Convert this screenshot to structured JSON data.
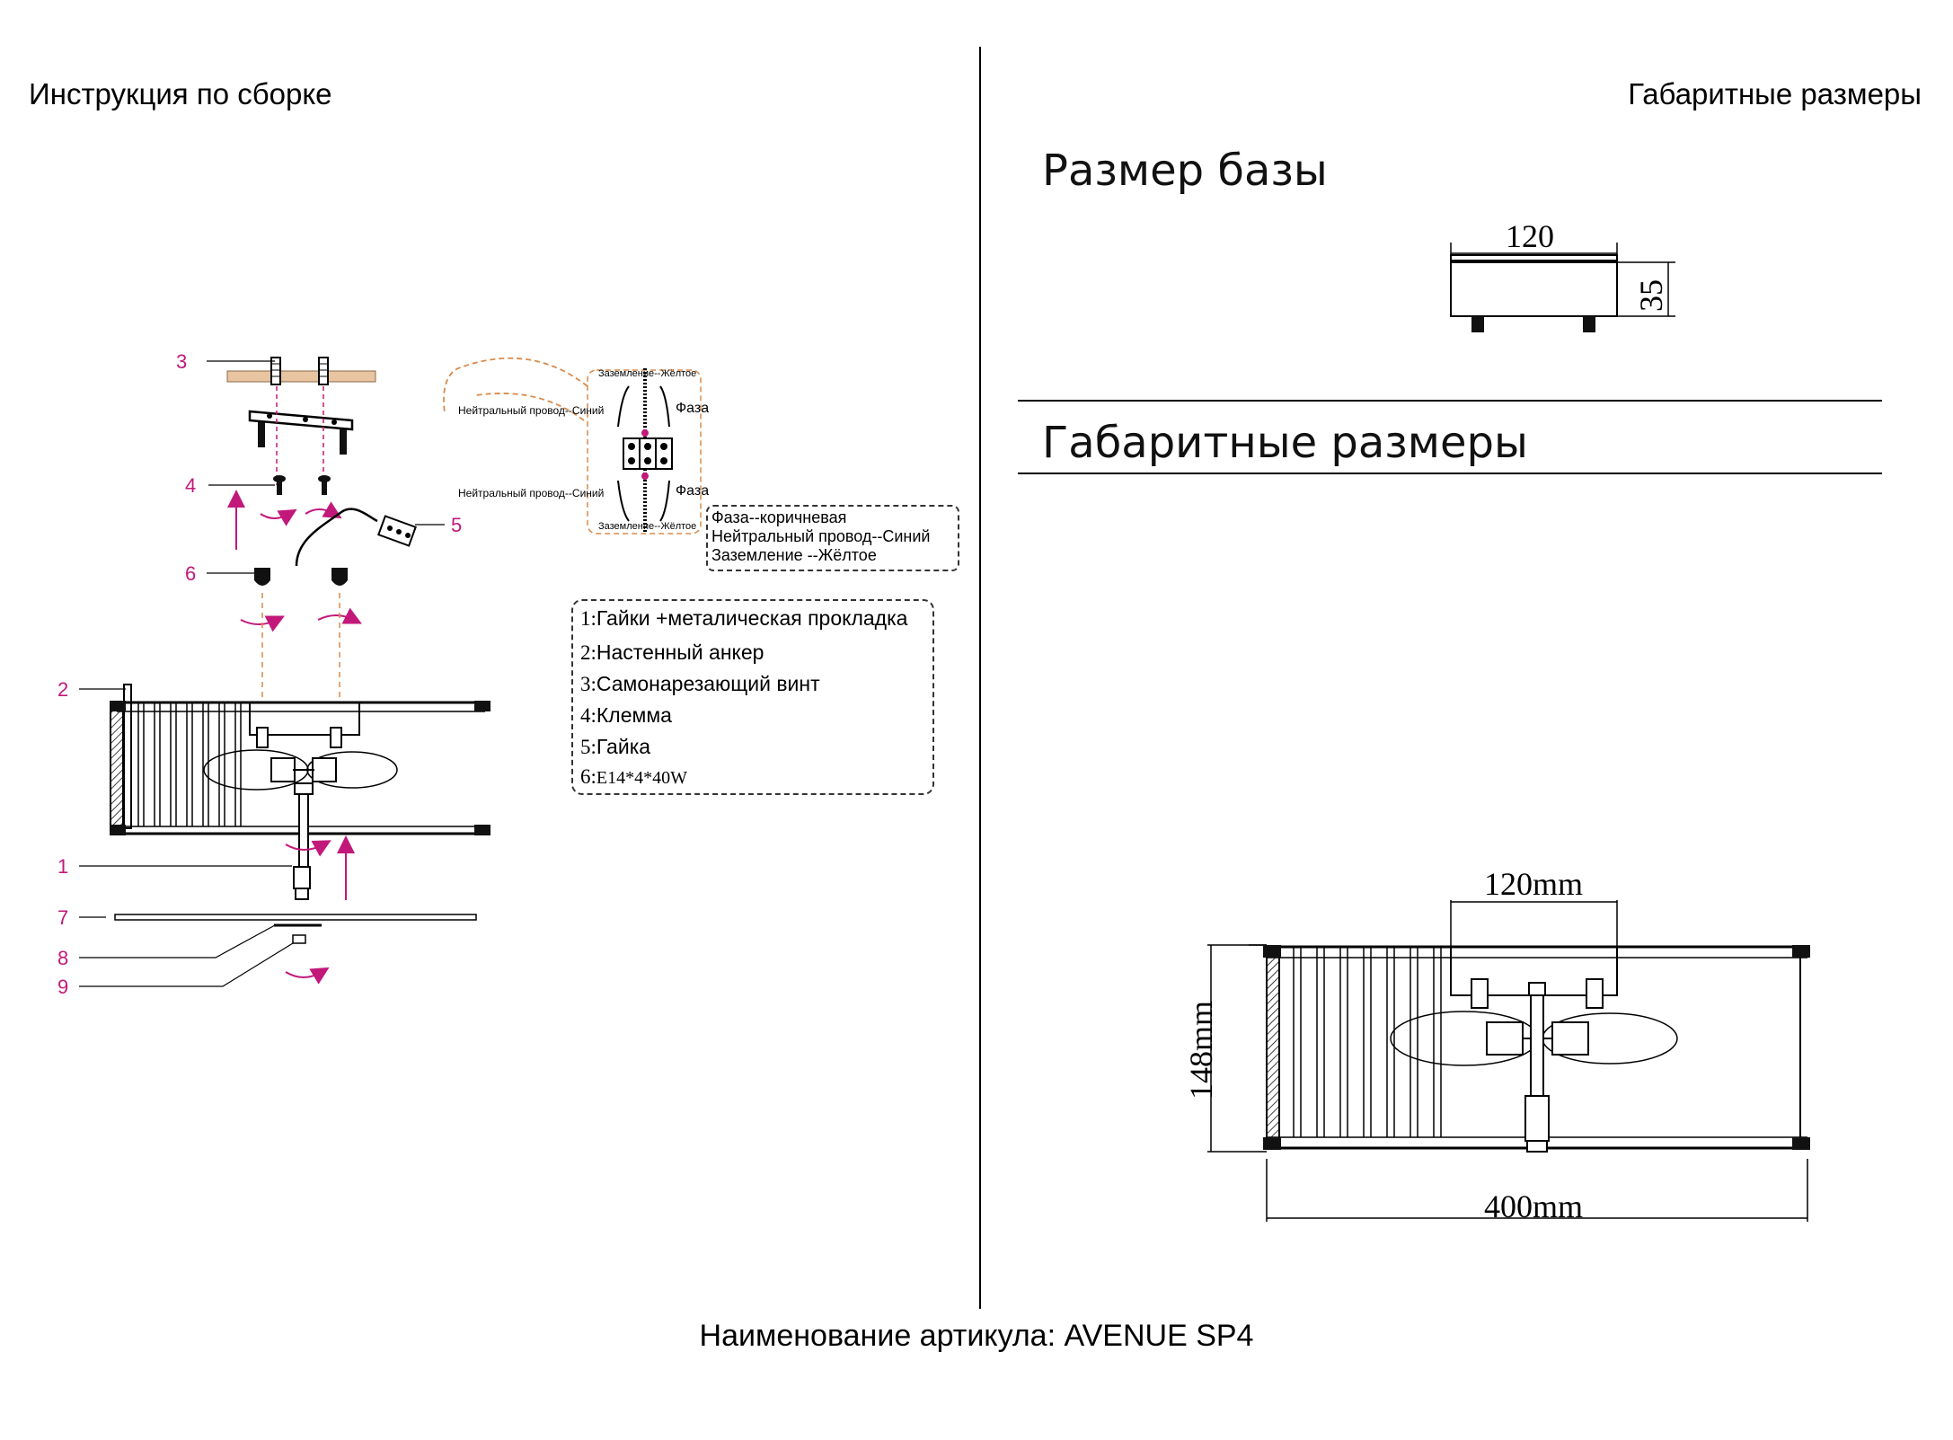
{
  "headers": {
    "left": "Инструкция по сборке",
    "right": "Габаритные размеры"
  },
  "right_panel": {
    "base_title": "Размер базы",
    "base_width": "120",
    "base_height": "35",
    "overall_title": "Габаритные размеры",
    "dim_top": "120mm",
    "dim_height": "148mm",
    "dim_width": "400mm"
  },
  "wiring": {
    "ground_label": "Заземление--Жёлтое",
    "neutral_label": "Нейтральный провод--Синий",
    "phase_label": "Фаза",
    "legend": [
      "Фаза--коричневая",
      "Нейтральный провод--Синий",
      "Заземление --Жёлтое"
    ]
  },
  "parts_legend": [
    {
      "num": "1:",
      "text": "Гайки +металическая прокладка"
    },
    {
      "num": "2:",
      "text": "Настенный анкер"
    },
    {
      "num": "3:",
      "text": "Самонарезающий винт"
    },
    {
      "num": "4:",
      "text": "Клемма"
    },
    {
      "num": "5:",
      "text": "Гайка"
    },
    {
      "num": "6:",
      "text": "E14*4*40W"
    }
  ],
  "callouts": [
    "1",
    "2",
    "3",
    "4",
    "5",
    "6",
    "7",
    "8",
    "9"
  ],
  "footer": "Наименование артикула: AVENUE SP4",
  "colors": {
    "accent": "#c2187a",
    "wire_dashed": "#d98a4a",
    "ceiling": "#e8c4a0"
  }
}
